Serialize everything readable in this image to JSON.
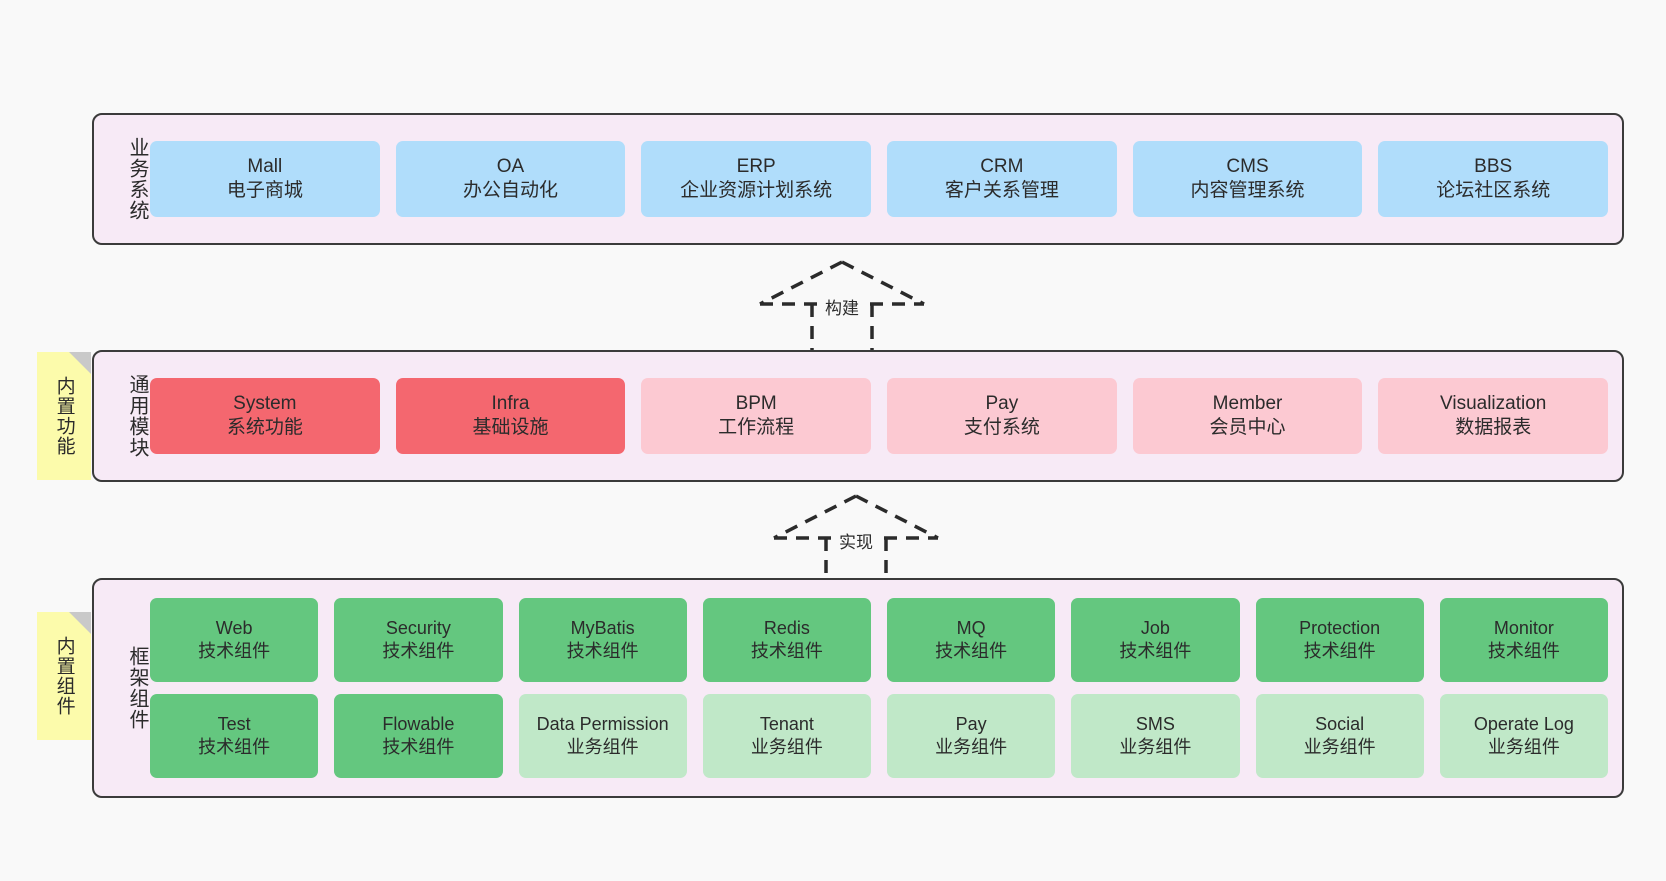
{
  "diagram": {
    "background_color": "#f9f9f9",
    "layer_bg_color": "#f7eaf6",
    "layer_border_color": "#3b3b3b"
  },
  "layers": [
    {
      "id": "business",
      "label": "业务系统",
      "node_color": "#b0ddfb",
      "nodes": [
        {
          "name": "Mall",
          "desc": "电子商城"
        },
        {
          "name": "OA",
          "desc": "办公自动化"
        },
        {
          "name": "ERP",
          "desc": "企业资源计划系统"
        },
        {
          "name": "CRM",
          "desc": "客户关系管理"
        },
        {
          "name": "CMS",
          "desc": "内容管理系统"
        },
        {
          "name": "BBS",
          "desc": "论坛社区系统"
        }
      ]
    },
    {
      "id": "common",
      "label": "通用模块",
      "node_color_primary": "#f4676f",
      "node_color_secondary": "#fcc9d2",
      "nodes": [
        {
          "name": "System",
          "desc": "系统功能",
          "style": "red"
        },
        {
          "name": "Infra",
          "desc": "基础设施",
          "style": "red"
        },
        {
          "name": "BPM",
          "desc": "工作流程",
          "style": "pink"
        },
        {
          "name": "Pay",
          "desc": "支付系统",
          "style": "pink"
        },
        {
          "name": "Member",
          "desc": "会员中心",
          "style": "pink"
        },
        {
          "name": "Visualization",
          "desc": "数据报表",
          "style": "pink"
        }
      ]
    },
    {
      "id": "framework",
      "label": "框架组件",
      "node_color_tech": "#64c77f",
      "node_color_biz": "#c0e8c8",
      "rows": [
        {
          "nodes": [
            {
              "name": "Web",
              "desc": "技术组件",
              "style": "green-tech"
            },
            {
              "name": "Security",
              "desc": "技术组件",
              "style": "green-tech"
            },
            {
              "name": "MyBatis",
              "desc": "技术组件",
              "style": "green-tech"
            },
            {
              "name": "Redis",
              "desc": "技术组件",
              "style": "green-tech"
            },
            {
              "name": "MQ",
              "desc": "技术组件",
              "style": "green-tech"
            },
            {
              "name": "Job",
              "desc": "技术组件",
              "style": "green-tech"
            },
            {
              "name": "Protection",
              "desc": "技术组件",
              "style": "green-tech"
            },
            {
              "name": "Monitor",
              "desc": "技术组件",
              "style": "green-tech"
            }
          ]
        },
        {
          "nodes": [
            {
              "name": "Test",
              "desc": "技术组件",
              "style": "green-tech"
            },
            {
              "name": "Flowable",
              "desc": "技术组件",
              "style": "green-tech"
            },
            {
              "name": "Data Permission",
              "desc": "业务组件",
              "style": "green-biz"
            },
            {
              "name": "Tenant",
              "desc": "业务组件",
              "style": "green-biz"
            },
            {
              "name": "Pay",
              "desc": "业务组件",
              "style": "green-biz"
            },
            {
              "name": "SMS",
              "desc": "业务组件",
              "style": "green-biz"
            },
            {
              "name": "Social",
              "desc": "业务组件",
              "style": "green-biz"
            },
            {
              "name": "Operate Log",
              "desc": "业务组件",
              "style": "green-biz"
            }
          ]
        }
      ]
    }
  ],
  "stickies": [
    {
      "id": "common",
      "label": "内置功能",
      "color": "#fcfbab"
    },
    {
      "id": "framework",
      "label": "内置组件",
      "color": "#fcfbab"
    }
  ],
  "connectors": [
    {
      "id": "build",
      "label": "构建",
      "style": "dashed-generalization",
      "direction": "up"
    },
    {
      "id": "realize",
      "label": "实现",
      "style": "dashed-generalization",
      "direction": "up"
    }
  ]
}
